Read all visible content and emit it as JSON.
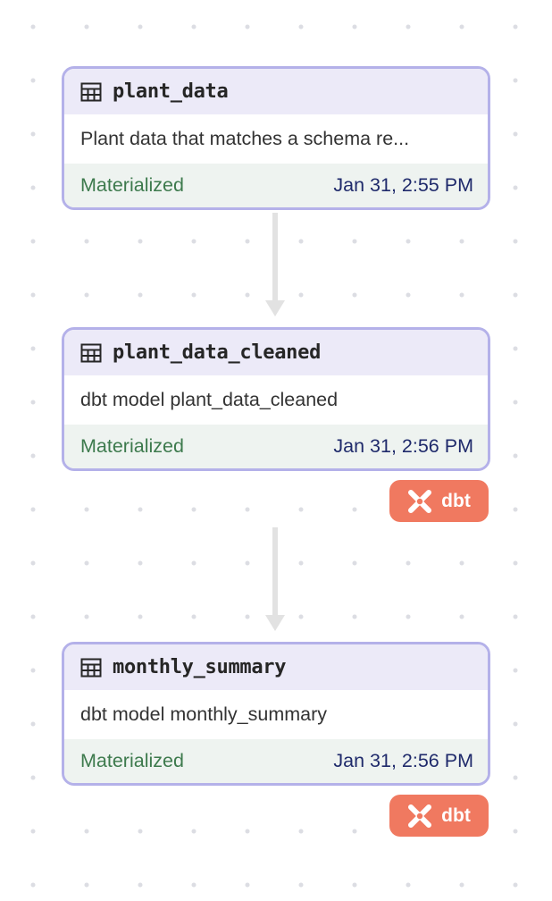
{
  "graph": {
    "nodes": [
      {
        "icon": "table-icon",
        "title": "plant_data",
        "description": "Plant data that matches a schema re...",
        "status": "Materialized",
        "timestamp": "Jan 31, 2:55 PM"
      },
      {
        "icon": "table-icon",
        "title": "plant_data_cleaned",
        "description": "dbt model plant_data_cleaned",
        "status": "Materialized",
        "timestamp": "Jan 31, 2:56 PM",
        "tag": {
          "icon": "dbt-icon",
          "label": "dbt"
        }
      },
      {
        "icon": "table-icon",
        "title": "monthly_summary",
        "description": "dbt model monthly_summary",
        "status": "Materialized",
        "timestamp": "Jan 31, 2:56 PM",
        "tag": {
          "icon": "dbt-icon",
          "label": "dbt"
        }
      }
    ]
  },
  "colors": {
    "node_border": "#b4b1e9",
    "node_header_bg": "#eceaf8",
    "footer_bg": "#eef3f0",
    "status_text": "#3d7a4d",
    "timestamp_text": "#1f2a6b",
    "dbt_tag_bg": "#f07960",
    "edge": "#e2e2e2"
  }
}
